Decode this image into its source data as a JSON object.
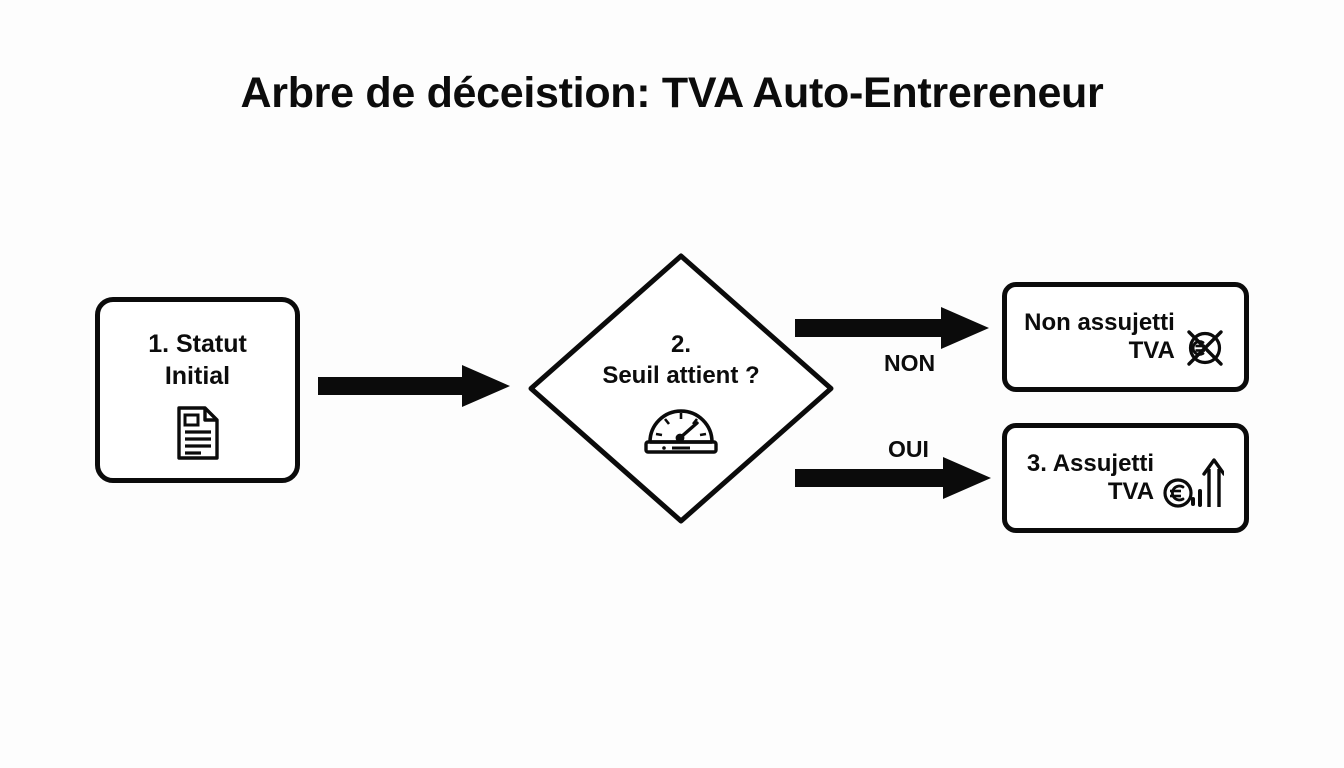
{
  "page": {
    "title": "Arbre de déceistion: TVA Auto-Entrereneur",
    "background_color": "#fdfdfd",
    "stroke_color": "#0b0b0b",
    "text_color": "#0c0c0c"
  },
  "nodes": {
    "start": {
      "label_line1": "1. Statut",
      "label_line2": "Initial",
      "icon": "document-icon"
    },
    "decision": {
      "label_line1": "2.",
      "label_line2": "Seuil attient ?",
      "icon": "gauge-icon"
    },
    "outcome_no": {
      "label_line1": "Non assujetti",
      "label_line2": "TVA",
      "icon": "euro-crossed-out-icon"
    },
    "outcome_yes": {
      "label_line1": "3. Assujetti",
      "label_line2": "TVA",
      "icon": "euro-growth-arrow-icon"
    }
  },
  "edges": {
    "start_to_decision": {
      "label": ""
    },
    "decision_to_no": {
      "label": "NON"
    },
    "decision_to_yes": {
      "label": "OUI"
    }
  },
  "chart_data": {
    "type": "diagram",
    "title": "Arbre de déceistion: TVA Auto-Entrereneur",
    "diagram_kind": "decision-tree",
    "nodes": [
      {
        "id": "1",
        "shape": "rounded-rect",
        "text": "1. Statut Initial",
        "icon": "document"
      },
      {
        "id": "2",
        "shape": "diamond",
        "text": "2. Seuil attient ?",
        "icon": "gauge"
      },
      {
        "id": "no",
        "shape": "rounded-rect",
        "text": "Non assujetti TVA",
        "icon": "euro-crossed-out"
      },
      {
        "id": "3",
        "shape": "rounded-rect",
        "text": "3. Assujetti TVA",
        "icon": "euro-growth-arrow"
      }
    ],
    "links": [
      {
        "from": "1",
        "to": "2",
        "label": ""
      },
      {
        "from": "2",
        "to": "no",
        "label": "NON"
      },
      {
        "from": "2",
        "to": "3",
        "label": "OUI"
      }
    ]
  }
}
